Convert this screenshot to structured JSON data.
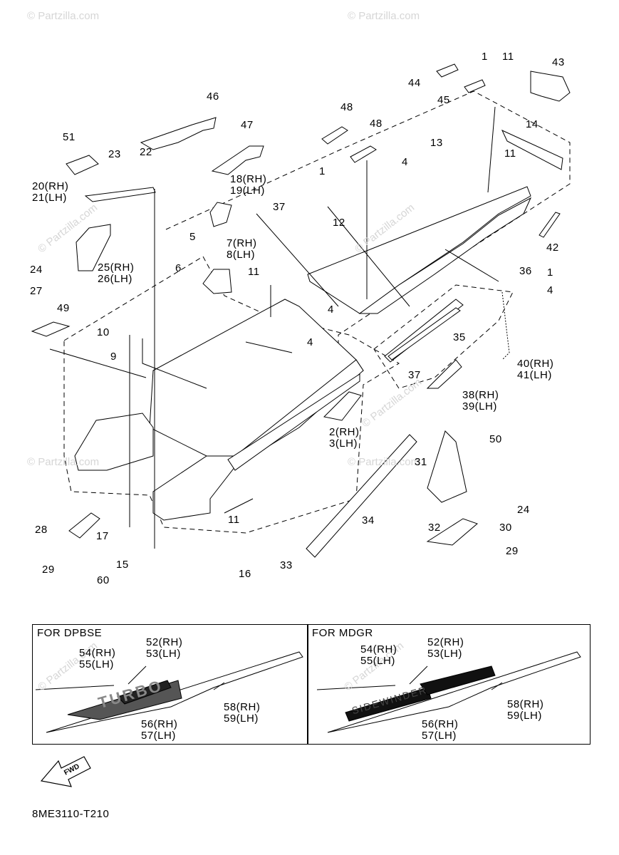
{
  "watermark": "© Partzilla.com",
  "diagram_code": "8ME3110-T210",
  "fwd_label": "FWD",
  "inset_boxes": [
    {
      "title": "FOR DPBSE",
      "labels": [
        "52(RH)",
        "53(LH)",
        "54(RH)",
        "55(LH)",
        "56(RH)",
        "57(LH)",
        "58(RH)",
        "59(LH)"
      ],
      "decal_text": "TURBO"
    },
    {
      "title": "FOR MDGR",
      "labels": [
        "52(RH)",
        "53(LH)",
        "54(RH)",
        "55(LH)",
        "56(RH)",
        "57(LH)",
        "58(RH)",
        "59(LH)"
      ],
      "decal_text": "SIDEWINDER"
    }
  ],
  "part_labels": [
    "1",
    "11",
    "43",
    "44",
    "45",
    "46",
    "48",
    "48",
    "47",
    "14",
    "13",
    "11",
    "51",
    "23",
    "22",
    "20(RH)\n21(LH)",
    "1",
    "4",
    "18(RH)\n19(LH)",
    "37",
    "12",
    "42",
    "5",
    "7(RH)\n8(LH)",
    "6",
    "11",
    "25(RH)\n26(LH)",
    "24",
    "27",
    "36",
    "1",
    "4",
    "49",
    "4",
    "10",
    "4",
    "35",
    "9",
    "37",
    "40(RH)\n41(LH)",
    "38(RH)\n39(LH)",
    "2(RH)\n3(LH)",
    "50",
    "31",
    "24",
    "32",
    "30",
    "34",
    "11",
    "28",
    "17",
    "15",
    "29",
    "60",
    "16",
    "33",
    "29"
  ]
}
